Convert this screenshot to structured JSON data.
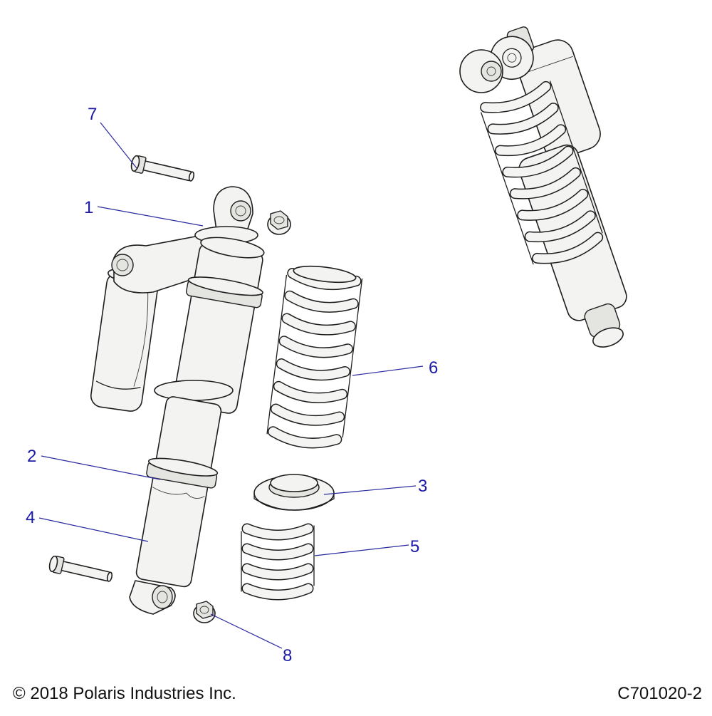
{
  "callouts": {
    "c1": "1",
    "c2": "2",
    "c3": "3",
    "c4": "4",
    "c5": "5",
    "c6": "6",
    "c7": "7",
    "c8": "8"
  },
  "footer": {
    "copyright": "© 2018 Polaris Industries Inc.",
    "drawing_number": "C701020-2"
  },
  "colors": {
    "callout": "#1a1aa6",
    "line": "#1e1e1e",
    "part_fill": "#f3f3f1"
  }
}
